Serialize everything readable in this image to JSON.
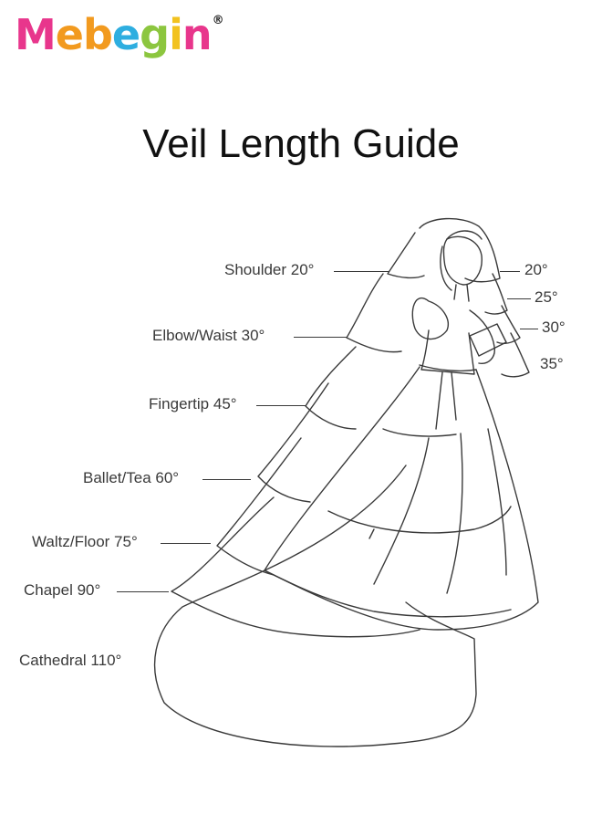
{
  "brand": {
    "letters": [
      {
        "char": "M",
        "color": "#e8368c"
      },
      {
        "char": "e",
        "color": "#f29a1f"
      },
      {
        "char": "b",
        "color": "#f29a1f"
      },
      {
        "char": "e",
        "color": "#2eaee0"
      },
      {
        "char": "g",
        "color": "#8cc63f"
      },
      {
        "char": "i",
        "color": "#f2c21f"
      },
      {
        "char": "n",
        "color": "#e8368c"
      }
    ],
    "registered_mark": "®"
  },
  "title": "Veil Length Guide",
  "left_labels": [
    {
      "id": "shoulder",
      "text": "Shoulder 20°"
    },
    {
      "id": "elbow",
      "text": "Elbow/Waist 30°"
    },
    {
      "id": "fingertip",
      "text": "Fingertip 45°"
    },
    {
      "id": "ballet",
      "text": "Ballet/Tea 60°"
    },
    {
      "id": "waltz",
      "text": "Waltz/Floor 75°"
    },
    {
      "id": "chapel",
      "text": "Chapel 90°"
    },
    {
      "id": "cathedral",
      "text": "Cathedral 110°"
    }
  ],
  "right_labels": [
    {
      "id": "r20",
      "text": "20°"
    },
    {
      "id": "r25",
      "text": "25°"
    },
    {
      "id": "r30",
      "text": "30°"
    },
    {
      "id": "r35",
      "text": "35°"
    }
  ],
  "illustration": {
    "icon": "bride-veil-line-drawing-icon",
    "stroke_color": "#3a3a3a"
  }
}
